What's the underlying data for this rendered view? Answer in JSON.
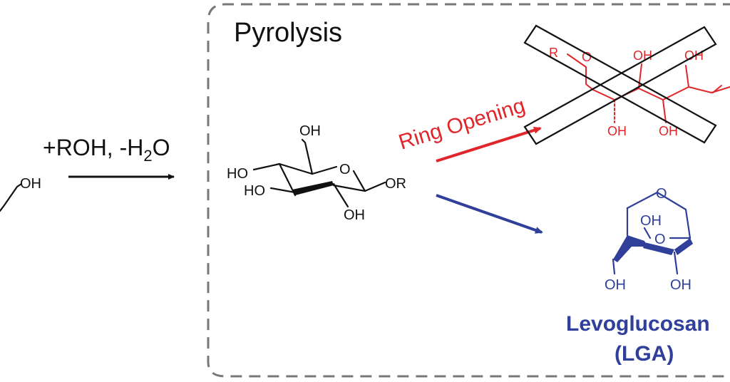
{
  "box_title": "Pyrolysis",
  "reaction_arrow": {
    "text": "+ROH, -H",
    "subscript": "2",
    "tail": "O"
  },
  "left_fragment": {
    "oh": "OH"
  },
  "glucoside": {
    "oh_top": "OH",
    "ring_o": "O",
    "ho_left_upper": "HO",
    "ho_left_lower": "HO",
    "or_label": "OR",
    "oh_bottom": "OH"
  },
  "ring_opening": {
    "label": "Ring Opening",
    "r": "R",
    "o": "O",
    "oh_1": "OH",
    "oh_2": "OH",
    "oh_3": "OH",
    "oh_4": "OH"
  },
  "levoglucosan": {
    "o_top": "O",
    "oh_center": "OH",
    "o_bridge": "O",
    "oh_left": "OH",
    "oh_right": "OH",
    "name": "Levoglucosan",
    "abbr": "(LGA)"
  },
  "colors": {
    "red": "#e0262b",
    "blue": "#2f3f9a",
    "black": "#111111",
    "dash": "#777777"
  }
}
